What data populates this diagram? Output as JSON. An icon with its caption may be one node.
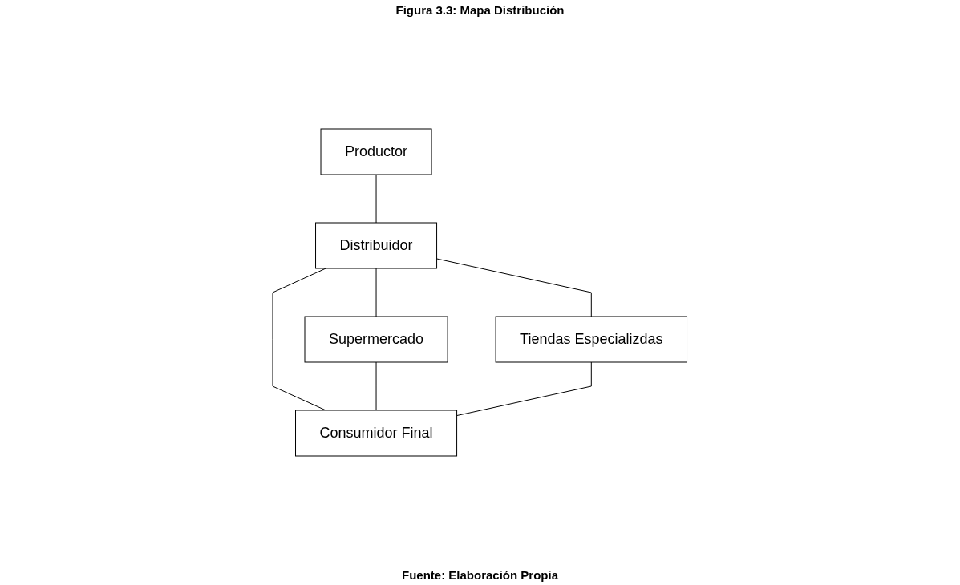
{
  "diagram": {
    "title": "Figura 3.3: Mapa Distribución",
    "caption": "Fuente: Elaboración Propia",
    "nodes": [
      {
        "text": [
          "Productor"
        ]
      },
      {
        "text": [
          "Distribuidor"
        ]
      },
      {
        "text": [
          "Supermercado"
        ]
      },
      {
        "text": [
          "Tiendas Especializdas"
        ]
      },
      {
        "text": [
          "Consumidor Final"
        ]
      }
    ],
    "edges": [
      {
        "from": 0,
        "to": 1,
        "arrow": "none"
      },
      {
        "from": 1,
        "to": 2,
        "arrow": "none"
      },
      {
        "from": 1,
        "to": 4,
        "arrow": "none"
      },
      {
        "from": 1,
        "to": 3,
        "arrow": "none"
      },
      {
        "from": 2,
        "to": 4,
        "arrow": "none"
      },
      {
        "from": 3,
        "to": 4,
        "arrow": "none"
      }
    ]
  }
}
